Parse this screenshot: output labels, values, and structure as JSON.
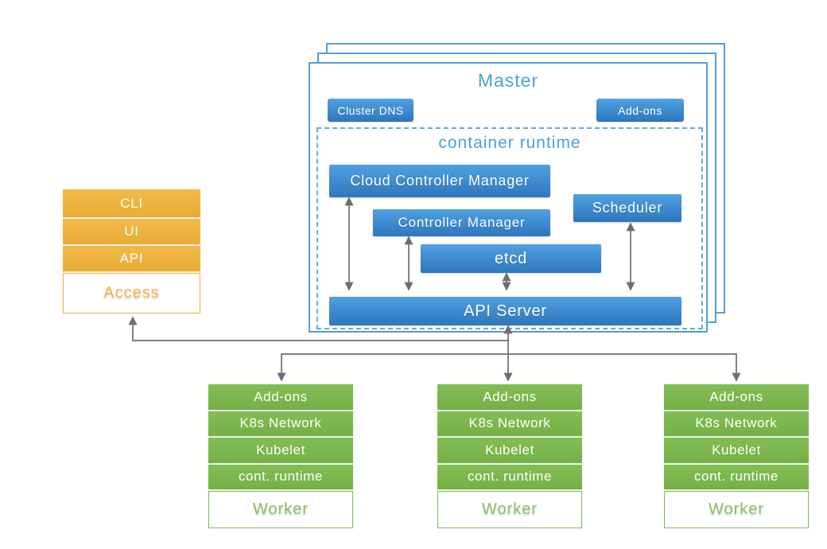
{
  "colors": {
    "blue_fill_top": "#4fa1e1",
    "blue_fill_bottom": "#2e76bc",
    "light_blue_border": "#569dd6",
    "light_blue_text": "#4aa0dc",
    "orange": "#efb43c",
    "green": "#7cb94f",
    "arrow_gray": "#6e6e6e"
  },
  "master": {
    "title": "Master",
    "badges": [
      "Cluster DNS",
      "Add-ons"
    ],
    "runtime": {
      "title": "container runtime",
      "cloud_controller_manager": "Cloud Controller Manager",
      "controller_manager": "Controller Manager",
      "scheduler": "Scheduler",
      "etcd": "etcd",
      "api_server": "API Server"
    }
  },
  "access_stack": {
    "rows": [
      "CLI",
      "UI",
      "API"
    ],
    "label": "Access"
  },
  "workers": [
    {
      "rows": [
        "Add-ons",
        "K8s Network",
        "Kubelet",
        "cont. runtime"
      ],
      "label": "Worker"
    },
    {
      "rows": [
        "Add-ons",
        "K8s Network",
        "Kubelet",
        "cont. runtime"
      ],
      "label": "Worker"
    },
    {
      "rows": [
        "Add-ons",
        "K8s Network",
        "Kubelet",
        "cont. runtime"
      ],
      "label": "Worker"
    }
  ]
}
